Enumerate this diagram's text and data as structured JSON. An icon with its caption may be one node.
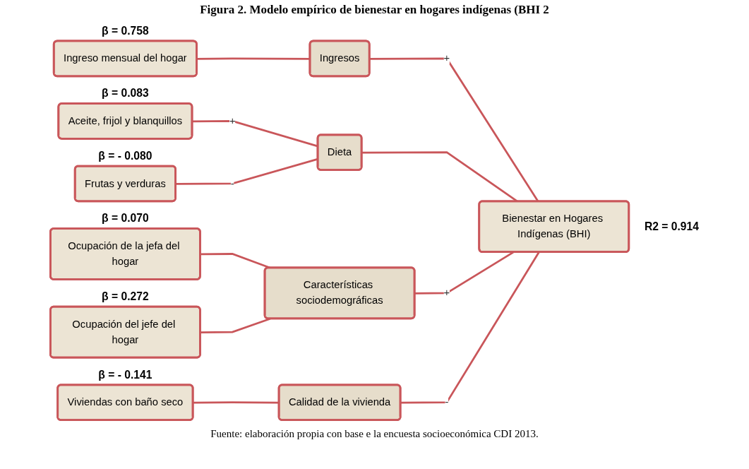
{
  "diagram": {
    "title": "Figura 2. Modelo empírico de bienestar en hogares indígenas (BHI 2",
    "caption": "Fuente: elaboración propia con base e la encuesta socioeconómica CDI 2013.",
    "nodes": [
      {
        "text": [
          "Ingreso mensual del hogar"
        ],
        "beside": [
          "β = 0.758"
        ]
      },
      {
        "text": [
          "Aceite, frijol y blanquillos"
        ],
        "beside": [
          "β = 0.083"
        ]
      },
      {
        "text": [
          "Frutas y verduras"
        ],
        "beside": [
          "β = - 0.080"
        ]
      },
      {
        "text": [
          "Ocupación de la jefa del hogar"
        ],
        "beside": [
          "β =  0.070"
        ]
      },
      {
        "text": [
          "Ocupación del jefe del hogar"
        ],
        "beside": [
          "β =  0.272"
        ]
      },
      {
        "text": [
          "Viviendas con baño seco"
        ],
        "beside": [
          "β = - 0.141"
        ]
      },
      {
        "text": [
          "Ingresos"
        ]
      },
      {
        "text": [
          "Dieta"
        ]
      },
      {
        "text": [
          "Características sociodemográficas"
        ]
      },
      {
        "text": [
          "Calidad de la vivienda"
        ]
      },
      {
        "text": [
          "Bienestar en Hogares Indígenas (BHI)"
        ],
        "beside": [
          "R2 = 0.914"
        ]
      }
    ],
    "edges": [
      {
        "from": 0,
        "to": 6,
        "arrow": "none"
      },
      {
        "from": 1,
        "to": 7,
        "arrow": "none",
        "label": "+"
      },
      {
        "from": 2,
        "to": 7,
        "arrow": "none",
        "label": "-"
      },
      {
        "from": 3,
        "to": 8,
        "arrow": "none"
      },
      {
        "from": 4,
        "to": 8,
        "arrow": "none"
      },
      {
        "from": 5,
        "to": 9,
        "arrow": "none"
      },
      {
        "from": 6,
        "to": 10,
        "arrow": "none",
        "label": "+"
      },
      {
        "from": 7,
        "to": 10,
        "arrow": "none"
      },
      {
        "from": 8,
        "to": 10,
        "arrow": "none",
        "label": "+"
      },
      {
        "from": 9,
        "to": 10,
        "arrow": "none",
        "label": "-"
      }
    ]
  }
}
